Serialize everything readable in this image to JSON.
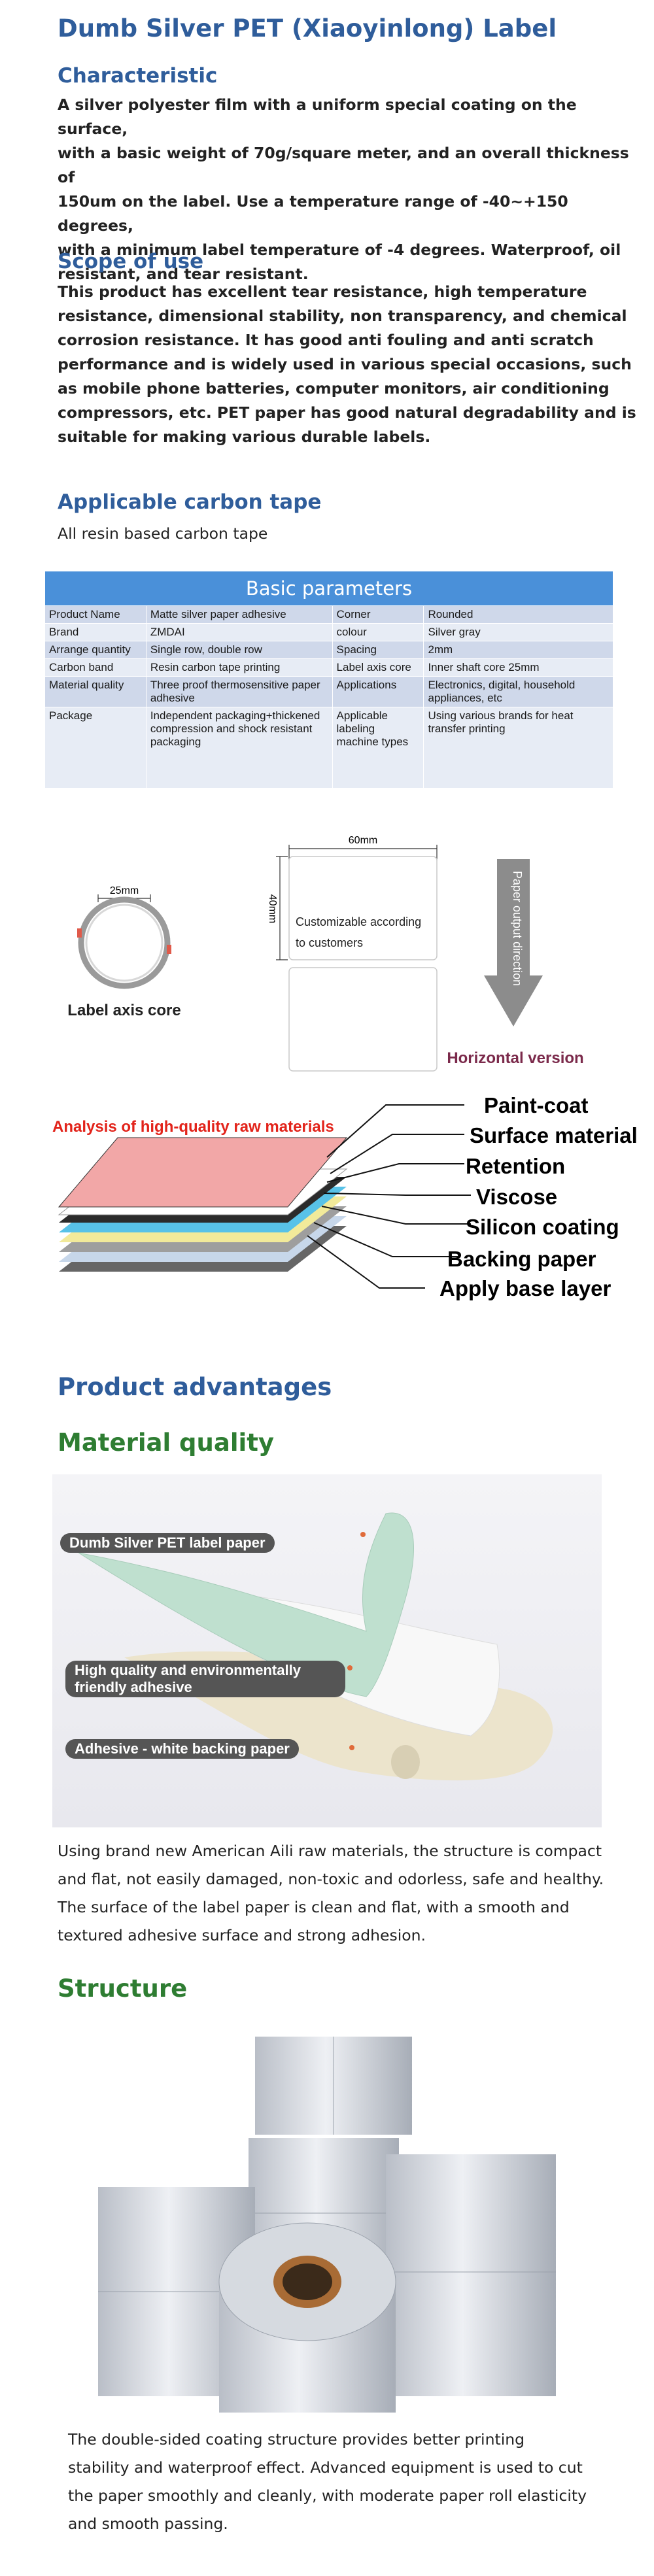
{
  "title": "Dumb Silver PET (Xiaoyinlong) Label",
  "characteristic": {
    "heading": "Characteristic",
    "lines": [
      "A silver polyester film with a uniform special coating on the surface,",
      "with a basic weight of 70g/square meter, and an overall thickness of",
      "150um on the label. Use a temperature range of -40~+150 degrees,",
      "with a minimum label temperature of -4 degrees. Waterproof, oil",
      "resistant, and tear resistant."
    ]
  },
  "scope": {
    "heading": "Scope of use",
    "lines": [
      "This product has excellent tear resistance, high temperature",
      "resistance, dimensional stability, non transparency, and chemical",
      "corrosion resistance. It has good anti fouling and anti scratch",
      "performance and is widely used in various special occasions, such",
      "as mobile phone batteries, computer monitors, air conditioning",
      "compressors, etc. PET paper has good natural degradability and is",
      "suitable for making various durable labels."
    ]
  },
  "carbon": {
    "heading": "Applicable carbon tape",
    "text": "All resin based carbon tape"
  },
  "params": {
    "title": "Basic parameters",
    "rows": [
      [
        "Product Name",
        "Matte silver paper adhesive",
        "Corner",
        "Rounded"
      ],
      [
        "Brand",
        "ZMDAI",
        "colour",
        "Silver gray"
      ],
      [
        "Arrange quantity",
        "Single row, double row",
        "Spacing",
        "2mm"
      ],
      [
        "Carbon band",
        "Resin carbon tape printing",
        "Label axis core",
        "Inner shaft core 25mm"
      ],
      [
        "Material quality",
        "Three proof thermosensitive paper adhesive",
        "Applications",
        "Electronics, digital, household appliances, etc"
      ],
      [
        "Package",
        "Independent packaging+thickened compression and shock resistant packaging",
        "Applicable labeling machine types",
        "Using various brands for heat transfer printing"
      ]
    ]
  },
  "dims": {
    "core_size": "25mm",
    "core_label": "Label axis core",
    "width": "60mm",
    "height": "40mm",
    "custom_line1": "Customizable according",
    "custom_line2": "to customers",
    "direction": "Paper output direction",
    "orientation": "Horizontal version"
  },
  "layers": {
    "caption": "Analysis of high-quality raw materials",
    "labels": [
      "Paint-coat",
      "Surface material",
      "Retention",
      "Viscose",
      "Silicon coating",
      "Backing paper",
      "Apply base layer"
    ],
    "colors": [
      "#f2a7a7",
      "#ffffff",
      "#2b2b2b",
      "#58c2e8",
      "#f2ea9a",
      "#9e9e9e",
      "#c7d7ea",
      "#666666"
    ]
  },
  "advantages": {
    "heading": "Product advantages",
    "material_heading": "Material quality",
    "labels": [
      "Dumb Silver PET label paper",
      "High quality and environmentally friendly adhesive",
      "Adhesive - white backing paper"
    ],
    "material_lines": [
      "Using brand new American Aili raw materials, the structure is compact",
      "and flat, not easily damaged, non-toxic and odorless, safe and healthy.",
      "The surface of the label paper is clean and flat, with a smooth and",
      "textured adhesive surface and strong adhesion."
    ],
    "structure_heading": "Structure",
    "structure_lines": [
      "The double-sided coating structure provides better printing",
      "stability and waterproof effect. Advanced equipment is used to cut",
      "the paper smoothly and cleanly, with moderate paper roll elasticity",
      "and smooth passing."
    ]
  }
}
